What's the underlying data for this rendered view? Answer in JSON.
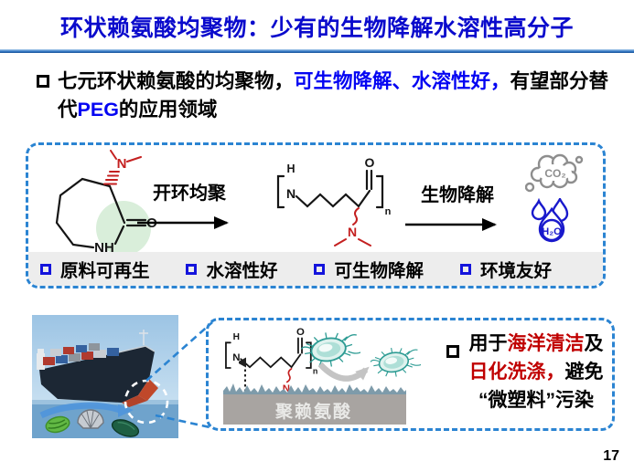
{
  "title": "环状赖氨酸均聚物：少有的生物降解水溶性高分子",
  "page_number": "17",
  "intro": {
    "l1_black1": "七元环状赖氨酸的均聚物，",
    "l1_blue": "可生物降解、水溶性好，",
    "l1_black2": "有望",
    "l2_black1": "部分替代",
    "l2_blue": "PEG",
    "l2_black2": "的应用领域"
  },
  "scheme": {
    "arrow1_label": "开环均聚",
    "arrow2_label": "生物降解",
    "co2_label": "CO₂",
    "h2o_label": "H₂O",
    "monomer_nh": "NH",
    "monomer_o": "O",
    "monomer_n": "N",
    "polymer_h": "H",
    "polymer_n": "N",
    "polymer_o": "O",
    "polymer_sub": "n",
    "polymer_amine_n": "N"
  },
  "features": {
    "items": [
      "原料可再生",
      "水溶性好",
      "可生物降解",
      "环境友好"
    ]
  },
  "application": {
    "surface_label": "聚赖氨酸",
    "poly_h": "H",
    "poly_n": "N",
    "poly_o": "O",
    "poly_sub": "n",
    "poly_amine_n": "N",
    "l1_black1": "用于",
    "l1_red": "海洋清洁",
    "l1_black2": "及",
    "l2_red": "日化洗涤，",
    "l2_black": "避免",
    "l3_black": "“微塑料”污染"
  },
  "colors": {
    "title_blue": "#0A0ACC",
    "text_blue": "#0404F2",
    "text_red": "#C00000",
    "dashed_border_blue": "#2B84D2",
    "structure_red": "#C42020",
    "bacteria_teal": "#2E9C94",
    "feature_bar_gray": "#EDEDED",
    "surface_gray": "#A8A4A1",
    "surface_wave": "#7E9BAA"
  }
}
